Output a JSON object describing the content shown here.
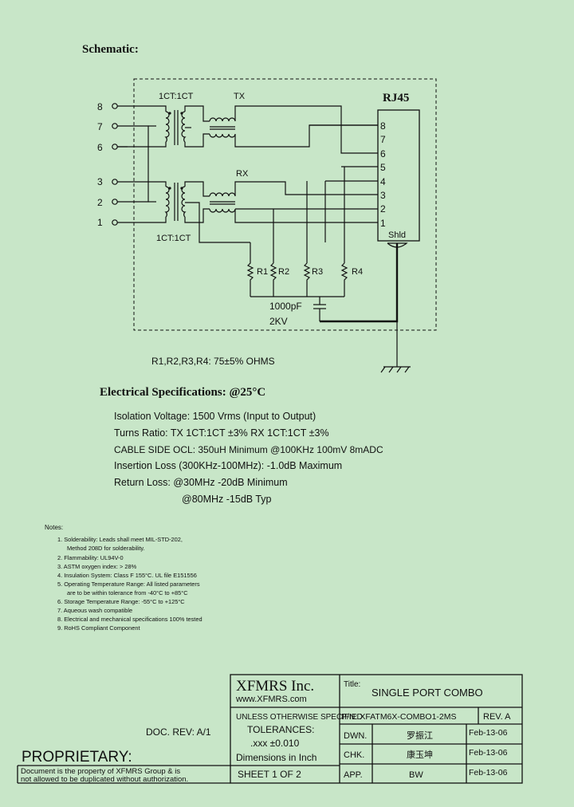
{
  "schematic_title": "Schematic:",
  "ratio_top": "1CT:1CT",
  "ratio_bottom": "1CT:1CT",
  "tx": "TX",
  "rx": "RX",
  "connector_title": "RJ45",
  "shield": "Shld",
  "left_pins": [
    "8",
    "7",
    "6",
    "3",
    "2",
    "1"
  ],
  "rj45_pins": [
    "8",
    "7",
    "6",
    "5",
    "4",
    "3",
    "2",
    "1"
  ],
  "resistors": [
    "R1",
    "R2",
    "R3",
    "R4"
  ],
  "capacitor": "1000pF",
  "capacitor_voltage": "2KV",
  "resistor_note": "R1,R2,R3,R4: 75±5% OHMS",
  "electrical": {
    "title": "Electrical   Specifications: @25°C",
    "lines": [
      "Isolation Voltage:  1500 Vrms (Input to Output)",
      "Turns Ratio: TX 1CT:1CT ±3%  RX 1CT:1CT ±3%",
      "CABLE SIDE OCL: 350uH Minimum @100KHz 100mV 8mADC",
      "Insertion Loss (300KHz-100MHz): -1.0dB Maximum",
      "Return Loss: @30MHz   -20dB Minimum",
      "@80MHz   -15dB Typ"
    ]
  },
  "notes": {
    "heading": "Notes:",
    "items": [
      "1. Solderability: Leads shall meet MIL-STD-202,",
      "Method 208D for solderability.",
      "2. Flammability: UL94V-0",
      "3. ASTM oxygen index: > 28%",
      "4. Insulation System: Class F 155°C. UL file E151556",
      "5. Operating Temperature Range: All listed parameters",
      "are to be within tolerance from -40°C to +85°C",
      "6. Storage Temperature Range: -55°C to +125°C",
      "7. Aqueous wash compatible",
      "8. Electrical and mechanical specifications 100% tested",
      "9. RoHS Compliant Component"
    ]
  },
  "title_block": {
    "company": "XFMRS Inc.",
    "website": "www.XFMRS.com",
    "title_label": "Title:",
    "title": "SINGLE PORT COMBO",
    "unless": "UNLESS OTHERWISE SPECIFIED",
    "tolerances": "TOLERANCES:",
    "tolerance_value": ".xxx ±0.010",
    "dimensions": "Dimensions in Inch",
    "sheet": "SHEET  1  OF  2",
    "pn": "P/N: XFATM6X-COMBO1-2MS",
    "rev": "REV. A",
    "rows": [
      {
        "label": "DWN.",
        "name": "罗振江",
        "date": "Feb-13-06"
      },
      {
        "label": "CHK.",
        "name": "康玉坤",
        "date": "Feb-13-06"
      },
      {
        "label": "APP.",
        "name": "BW",
        "date": "Feb-13-06"
      }
    ]
  },
  "doc_rev": "DOC. REV: A/1",
  "proprietary": "PROPRIETARY:",
  "proprietary_text": [
    "Document is the property of XFMRS Group & is",
    "not allowed to be duplicated without authorization."
  ]
}
